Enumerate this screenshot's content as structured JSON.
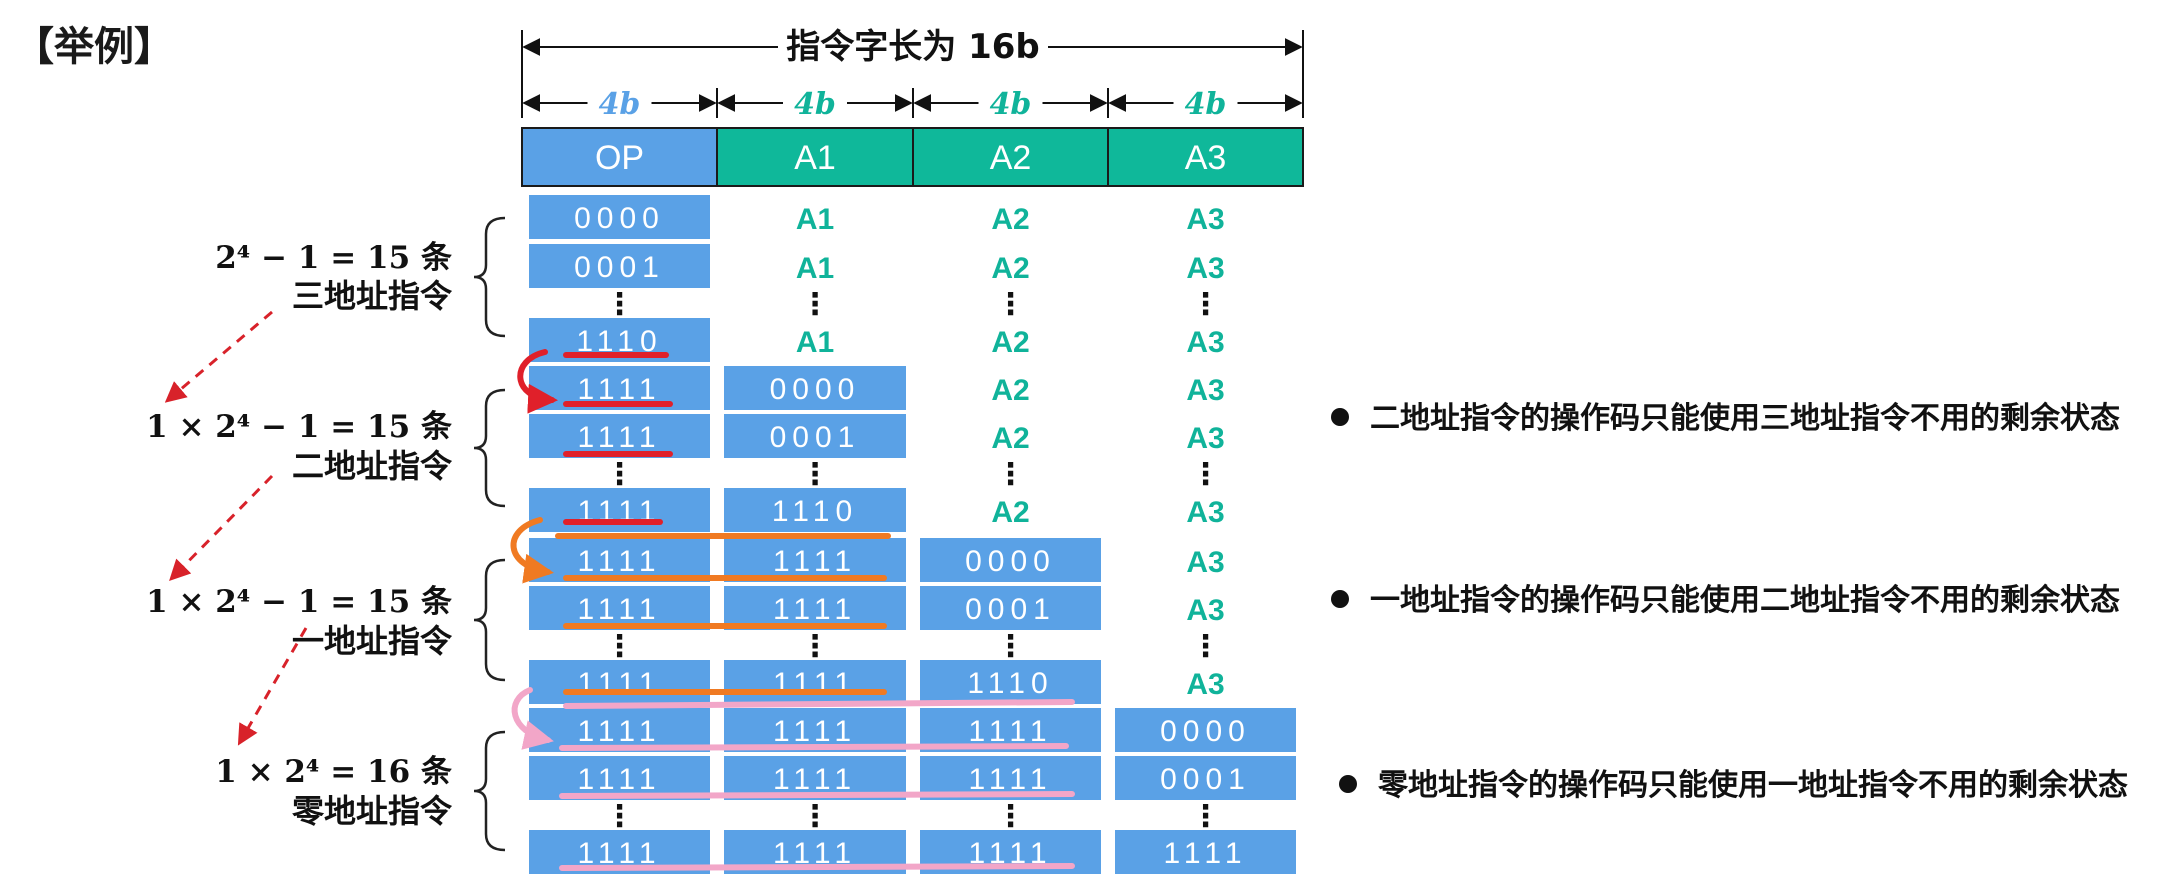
{
  "heading": "【举例】",
  "word_length_label": "指令字长为 16b",
  "field_width_label": "4b",
  "fields": [
    "OP",
    "A1",
    "A2",
    "A3"
  ],
  "colors": {
    "op_blue": "#5aa1e6",
    "addr_green": "#0fb89a",
    "bits_blue": "#5aa1e6",
    "bits_green": "#10b39a",
    "red": "#e0202a",
    "orange": "#f07a22",
    "pink": "#f2a6c8",
    "dash_red": "#d8222a"
  },
  "groups": [
    {
      "count_line": "2⁴ − 1 = 15 条",
      "type_line": "三地址指令"
    },
    {
      "count_line": "1 × 2⁴ − 1 = 15 条",
      "type_line": "二地址指令"
    },
    {
      "count_line": "1 × 2⁴ − 1 = 15 条",
      "type_line": "一地址指令"
    },
    {
      "count_line": "1 × 2⁴ = 16 条",
      "type_line": "零地址指令"
    }
  ],
  "codes": {
    "c0000": "0000",
    "c0001": "0001",
    "c1110": "1110",
    "c1111": "1111"
  },
  "addr_labels": {
    "a1": "A1",
    "a2": "A2",
    "a3": "A3"
  },
  "vdots": "⋮",
  "notes": [
    "二地址指令的操作码只能使用三地址指令不用的剩余状态",
    "一地址指令的操作码只能使用二地址指令不用的剩余状态",
    "零地址指令的操作码只能使用一地址指令不用的剩余状态"
  ]
}
